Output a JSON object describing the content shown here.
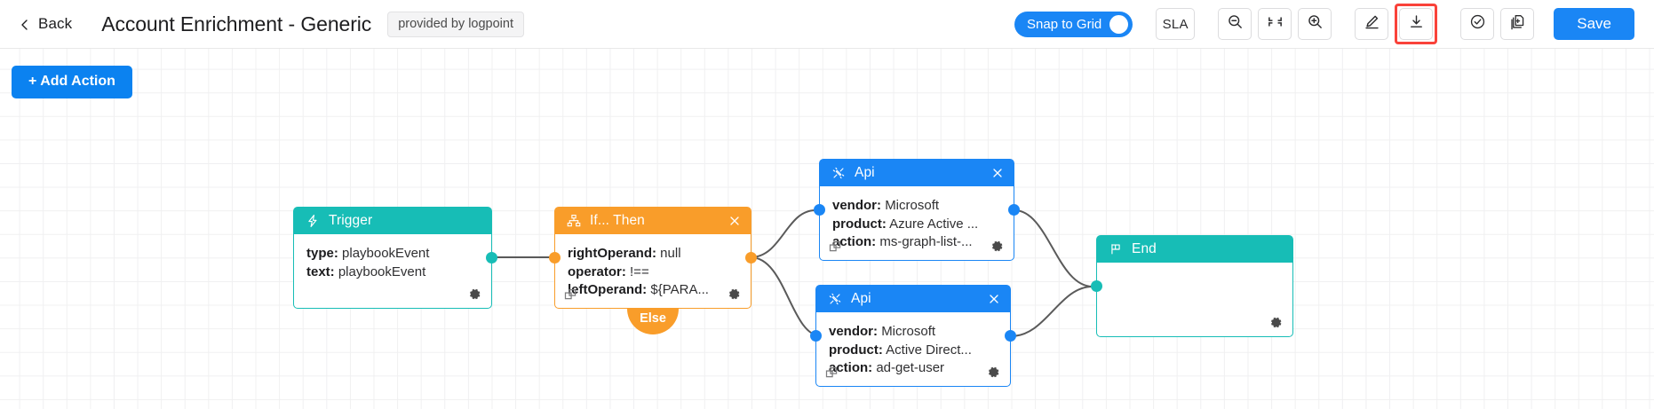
{
  "header": {
    "back_label": "Back",
    "back_icon": "chevron-left-icon",
    "title": "Account Enrichment - Generic",
    "provided_by": "provided by logpoint",
    "snap_to_grid_label": "Snap to Grid",
    "snap_to_grid_on": true,
    "sla_label": "SLA",
    "zoom_out_icon": "zoom-out-icon",
    "fit_screen_icon": "fit-to-screen-icon",
    "zoom_in_icon": "zoom-in-icon",
    "edit_icon": "pencil-edit-icon",
    "download_icon": "download-icon",
    "validate_icon": "check-circle-icon",
    "duplicate_icon": "duplicate-document-icon",
    "save_label": "Save",
    "highlight_color": "#f9423a",
    "accent_blue": "#1a86f5"
  },
  "canvas": {
    "add_action_label": "+ Add Action",
    "else_label": "Else",
    "gear_icon": "gear-icon",
    "duplicate_icon": "duplicate-node-icon",
    "close_icon": "close-icon"
  },
  "nodes": [
    {
      "id": "trigger",
      "title": "Trigger",
      "icon": "lightning-bolt-icon",
      "color": "#17bdb6",
      "theme": "teal",
      "closable": false,
      "duplicatable": false,
      "fields": [
        {
          "key": "type:",
          "value": "playbookEvent"
        },
        {
          "key": "text:",
          "value": "playbookEvent"
        }
      ]
    },
    {
      "id": "if-then",
      "title": "If... Then",
      "icon": "sitemap-icon",
      "color": "#f99d2a",
      "theme": "orange",
      "closable": true,
      "duplicatable": true,
      "fields": [
        {
          "key": "rightOperand:",
          "value": "null"
        },
        {
          "key": "operator:",
          "value": "!=="
        },
        {
          "key": "leftOperand:",
          "value": "${PARA..."
        }
      ]
    },
    {
      "id": "api-azure-ad",
      "title": "Api",
      "icon": "api-plug-icon",
      "color": "#1a86f5",
      "theme": "blue",
      "closable": true,
      "duplicatable": true,
      "fields": [
        {
          "key": "vendor:",
          "value": "Microsoft"
        },
        {
          "key": "product:",
          "value": "Azure Active ..."
        },
        {
          "key": "action:",
          "value": "ms-graph-list-..."
        }
      ]
    },
    {
      "id": "api-active-directory",
      "title": "Api",
      "icon": "api-plug-icon",
      "color": "#1a86f5",
      "theme": "blue",
      "closable": true,
      "duplicatable": true,
      "fields": [
        {
          "key": "vendor:",
          "value": "Microsoft"
        },
        {
          "key": "product:",
          "value": "Active Direct..."
        },
        {
          "key": "action:",
          "value": "ad-get-user"
        }
      ]
    },
    {
      "id": "end",
      "title": "End",
      "icon": "flag-icon",
      "color": "#17bdb6",
      "theme": "teal",
      "closable": false,
      "duplicatable": false,
      "fields": []
    }
  ]
}
